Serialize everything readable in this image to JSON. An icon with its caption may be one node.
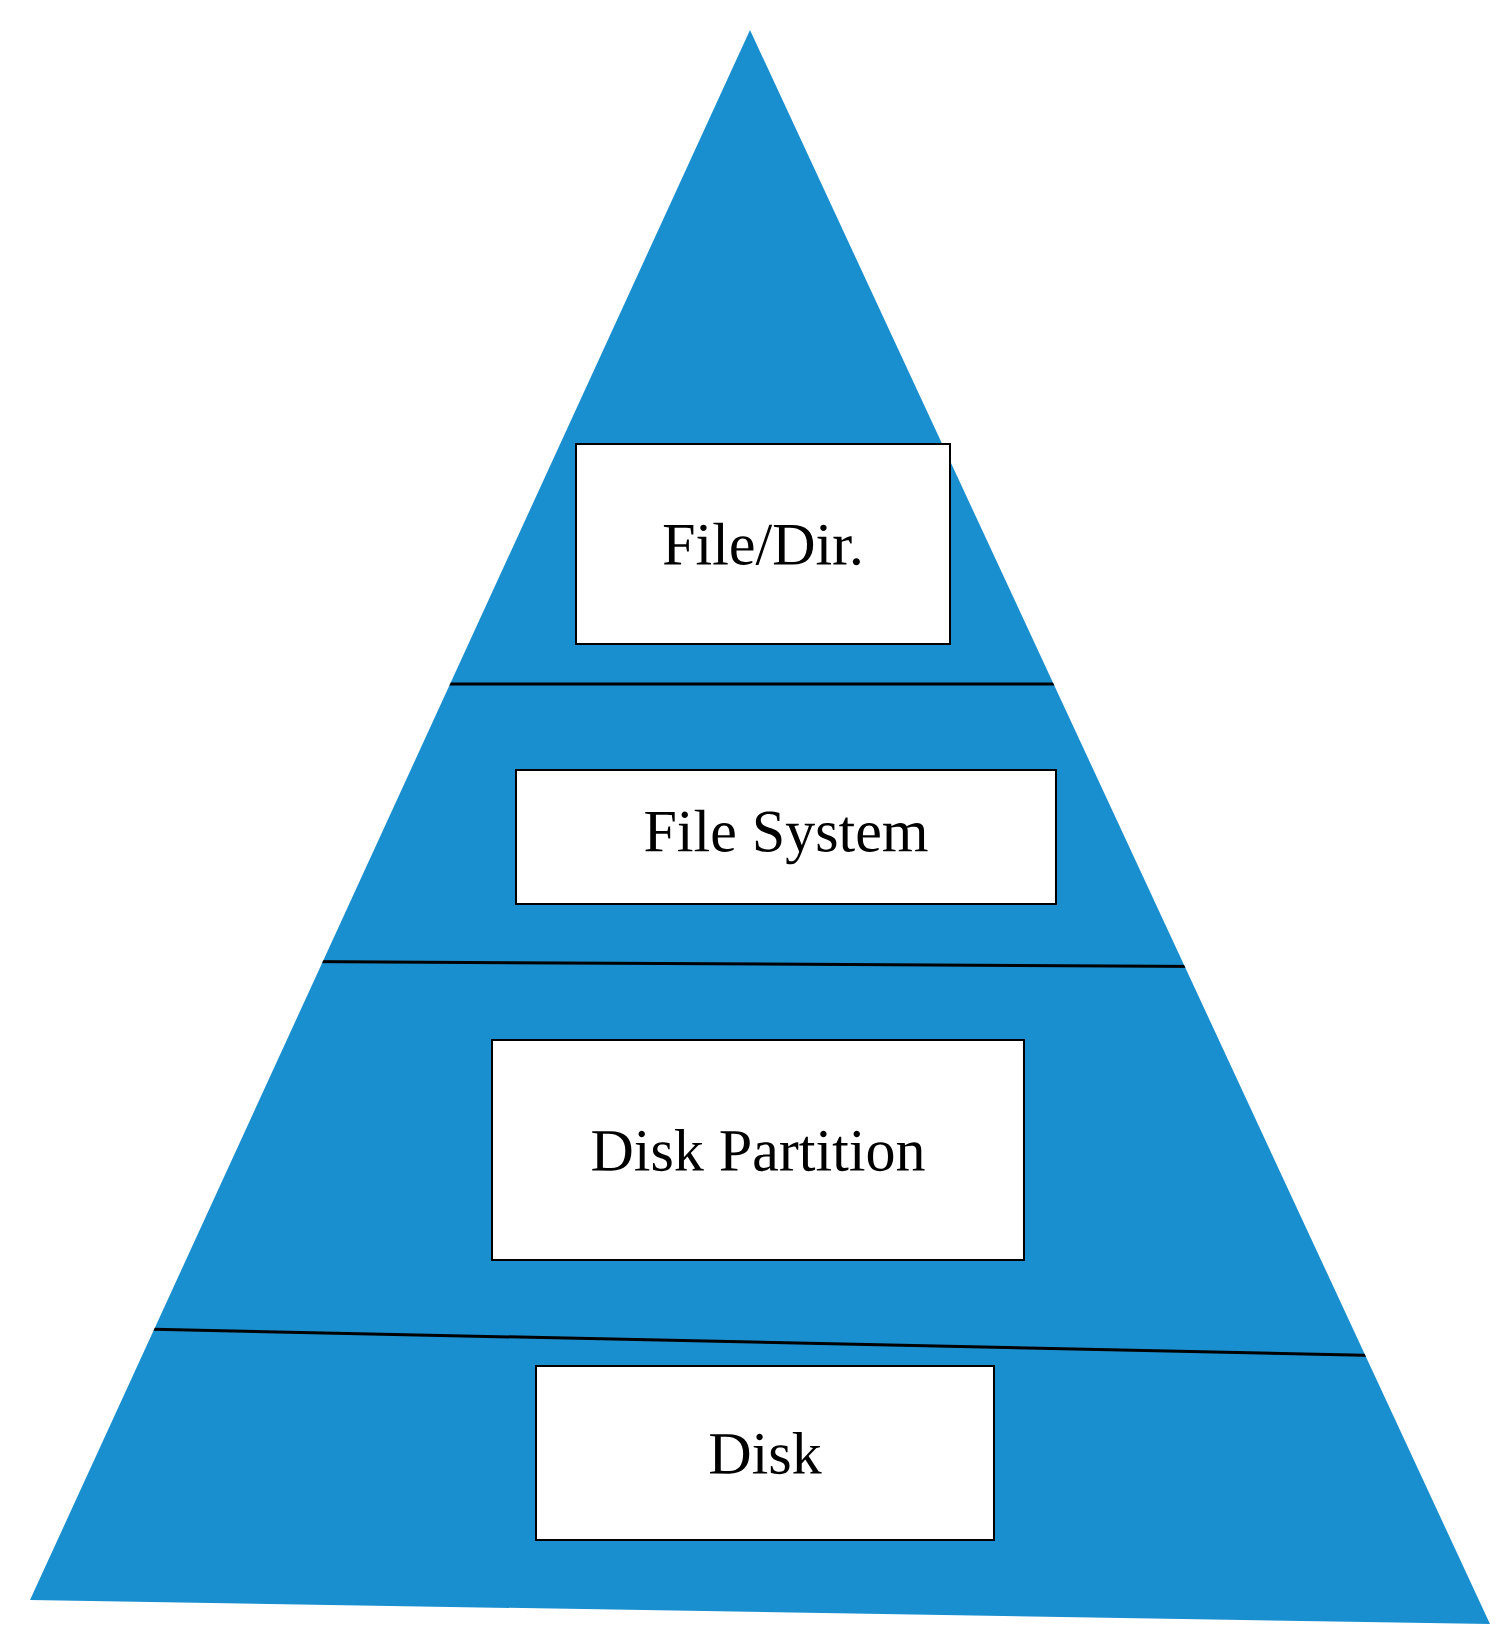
{
  "diagram": {
    "nodes": [
      {
        "text": [
          "File/Dir."
        ]
      },
      {
        "text": [
          "File System"
        ]
      },
      {
        "text": [
          "Disk Partition"
        ]
      },
      {
        "text": [
          "Disk"
        ]
      }
    ]
  }
}
